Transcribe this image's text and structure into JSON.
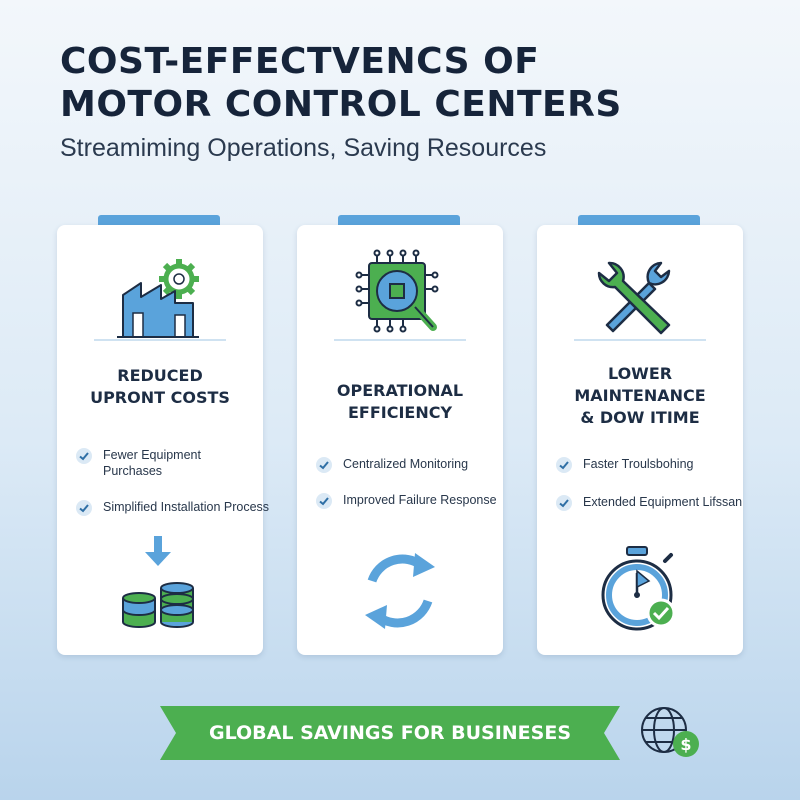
{
  "title": {
    "line1": "COST-EFFECTVENCS OF",
    "line2": "MOTOR CONTROL CENTERS"
  },
  "subtitle": "Streamiming Operations, Saving Resources",
  "cards": [
    {
      "heading": [
        "REDUCED",
        "UPRONT COSTS"
      ],
      "bullets": [
        "Fewer Equipment\nPurchases",
        "Simplified Installation Process"
      ],
      "bullet1_lines": [
        "Fewer Equipment",
        "Purchases"
      ],
      "top_icon": "factory-gear-icon",
      "bottom_icon": "coins-down-arrow-icon"
    },
    {
      "heading": [
        "OPERATIONAL",
        "EFFICIENCY"
      ],
      "bullets": [
        "Centralized Monitoring",
        "Improved Failure Response"
      ],
      "top_icon": "chip-magnifier-icon",
      "bottom_icon": "refresh-cycle-icon"
    },
    {
      "heading": [
        "LOWER",
        "MAINTENANCE",
        "& DOW ITIME"
      ],
      "bullets": [
        "Faster Troulsbohing",
        "Extended Equipment Lifssan"
      ],
      "top_icon": "wrench-icon",
      "bottom_icon": "stopwatch-check-icon"
    }
  ],
  "banner": {
    "label": "GLOBAL SAVINGS FOR BUSINESES",
    "icon": "globe-dollar-icon"
  },
  "colors": {
    "blue": "#5aa3db",
    "green": "#4caf50",
    "navy": "#16243a"
  }
}
